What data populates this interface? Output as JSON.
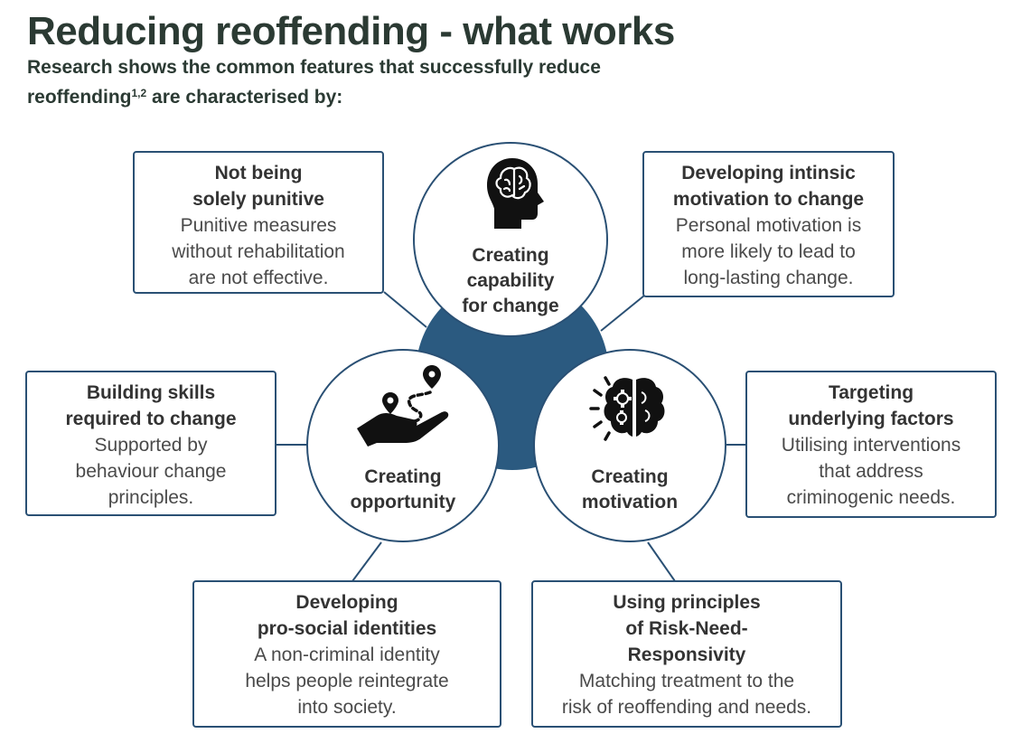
{
  "header": {
    "title": "Reducing reoffending - what works",
    "subtitle_before": "Research shows the common features that successfully reduce reoffending",
    "subtitle_sup": "1,2",
    "subtitle_after": " are characterised by:"
  },
  "colors": {
    "accent": "#2a5074",
    "center_disc": "#2b5a80",
    "text": "#333333"
  },
  "circles": {
    "capability": {
      "label": "Creating\ncapability\nfor change",
      "icon": "head-brain-icon"
    },
    "opportunity": {
      "label": "Creating\nopportunity",
      "icon": "hand-map-path-icon"
    },
    "motivation": {
      "label": "Creating\nmotivation",
      "icon": "brain-gears-icon"
    }
  },
  "boxes": {
    "not_punitive": {
      "title": "Not being\nsolely punitive",
      "body": "Punitive measures\nwithout rehabilitation\nare not effective."
    },
    "intrinsic_motivation": {
      "title": "Developing intinsic\nmotivation to change",
      "body": "Personal motivation is\nmore likely to lead to\nlong-lasting change."
    },
    "building_skills": {
      "title": "Building skills\nrequired to change",
      "body": "Supported by\nbehaviour change\nprinciples."
    },
    "underlying_factors": {
      "title": "Targeting\nunderlying factors",
      "body": "Utilising interventions\nthat address\ncriminogenic needs."
    },
    "prosocial_identities": {
      "title": "Developing\npro-social identities",
      "body": "A non-criminal identity\nhelps people reintegrate\ninto society."
    },
    "rnr": {
      "title": "Using principles\nof Risk-Need-\nResponsivity",
      "body": "Matching treatment to the\nrisk of reoffending and needs."
    }
  }
}
